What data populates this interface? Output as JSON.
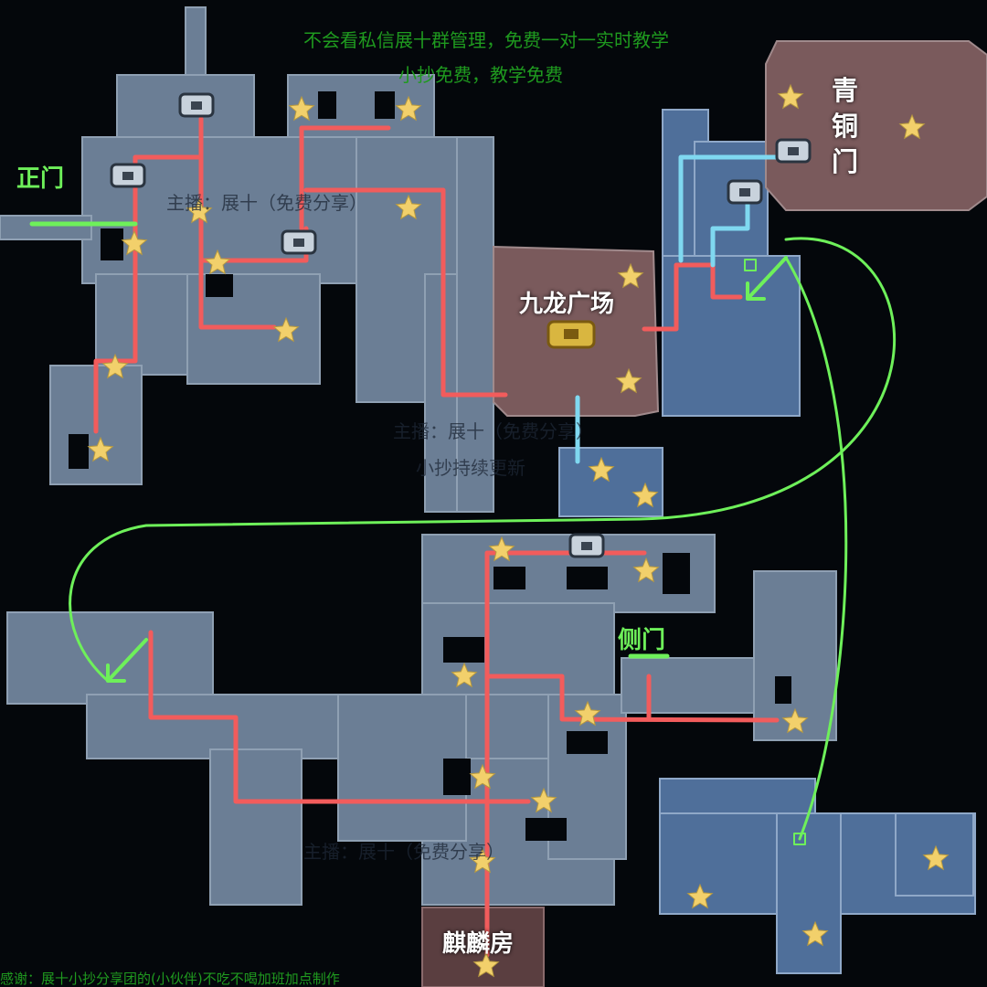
{
  "header": {
    "line1": "不会看私信展十群管理，免费一对一实时教学",
    "line2": "小抄免费，教学免费"
  },
  "credit": "感谢：展十小抄分享团的(小伙伴)不吃不喝加班加点制作",
  "labels": {
    "main_gate": "正门",
    "jiulong_plaza": "九龙广场",
    "bronze_gate": "青\n铜\n门",
    "side_gate": "侧门",
    "qilin_room": "麒麟房"
  },
  "watermarks": [
    "主播：展十（免费分享）",
    "主播：展十（免费分享）",
    "小抄持续更新",
    "主播：展十（免费分享）"
  ],
  "colors": {
    "route_main": "#f25c5c",
    "route_alt": "#7fd8f0",
    "route_transfer": "#6ef05a",
    "room": "#6b7e95",
    "room_blue": "#4f6f9a",
    "special_room": "#7a5a5c",
    "star": "#f2d06b",
    "text_note": "#1f9a1f"
  },
  "icons": [
    "star-icon",
    "treasure-chest-icon",
    "arrow-icon"
  ]
}
